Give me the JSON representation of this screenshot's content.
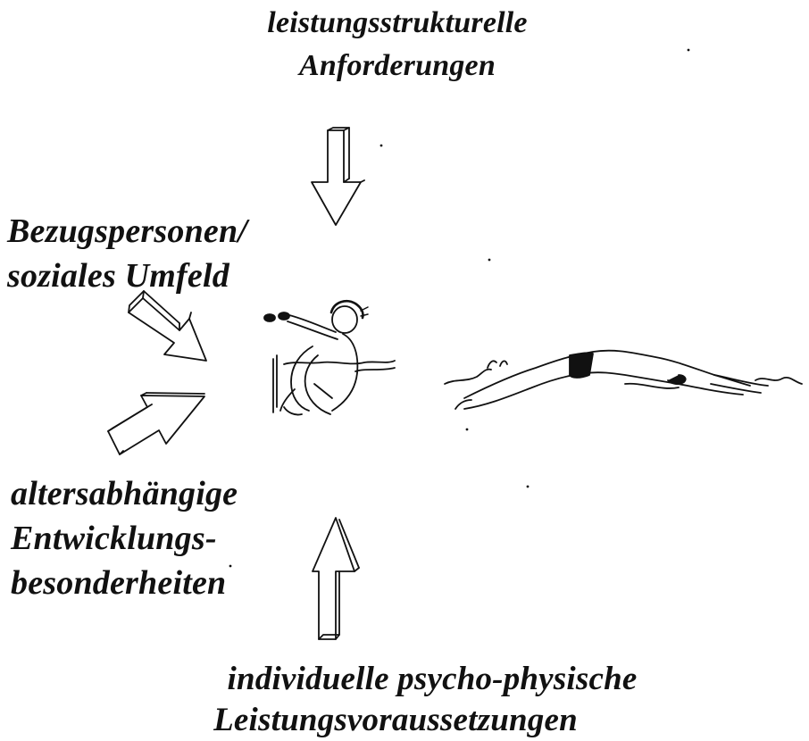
{
  "labels": {
    "top": [
      "leistungsstrukturelle",
      "Anforderungen"
    ],
    "left_top": [
      "Bezugspersonen/",
      "soziales Umfeld"
    ],
    "left_bottom": [
      "altersabhängige",
      "Entwicklungs-",
      "besonderheiten"
    ],
    "bottom": [
      "individuelle psycho-physische",
      "Leistungsvoraussetzungen"
    ]
  },
  "icons": {
    "arrows": [
      "arrow-down-icon",
      "arrow-down-right-icon",
      "arrow-up-right-icon",
      "arrow-up-icon"
    ],
    "figures": [
      "tumble-turn-swimmer-icon",
      "gliding-swimmer-icon"
    ]
  },
  "colors": {
    "ink": "#111111",
    "background": "#ffffff"
  }
}
